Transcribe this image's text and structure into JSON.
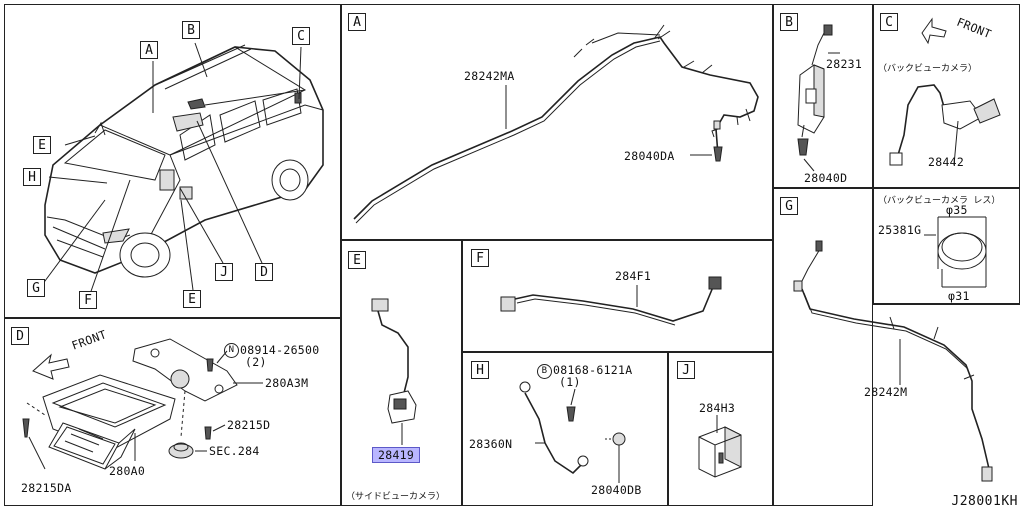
{
  "overview": {
    "callouts": {
      "A": "A",
      "B": "B",
      "C": "C",
      "D": "D",
      "E": "E",
      "E2": "E",
      "F": "F",
      "G": "G",
      "H": "H",
      "J": "J"
    }
  },
  "panels": {
    "A": {
      "tag": "A",
      "parts": {
        "harness": "28242MA",
        "bolt": "28040DA"
      }
    },
    "B": {
      "tag": "B",
      "parts": {
        "camera": "28231",
        "bolt": "28040D"
      }
    },
    "C": {
      "tag": "C",
      "front": "FRONT",
      "caption_with": "（バックビューカメラ）",
      "parts": {
        "camera": "28442"
      }
    },
    "C2": {
      "caption_without": "（バックビューカメラ レス）",
      "parts": {
        "plug": "25381G"
      },
      "dim_top": "φ35",
      "dim_bottom": "φ31"
    },
    "D": {
      "tag": "D",
      "front": "FRONT",
      "parts": {
        "nut": "08914-26500",
        "nut_qty": "(2)",
        "bracket": "280A3M",
        "screw": "28215D",
        "sec": "SEC.284",
        "monitor": "280A0",
        "screw2": "28215DA"
      },
      "nut_symbol": "N"
    },
    "E": {
      "tag": "E",
      "parts": {
        "camera": "28419"
      },
      "caption": "（サイドビューカメラ）"
    },
    "F": {
      "tag": "F",
      "parts": {
        "harness": "284F1"
      }
    },
    "G": {
      "tag": "G",
      "parts": {
        "harness": "28242M"
      }
    },
    "H": {
      "tag": "H",
      "bolt_symbol": "B",
      "parts": {
        "bolt": "08168-6121A",
        "bolt_qty": "(1)",
        "harness": "28360N",
        "bolt2": "28040DB"
      }
    },
    "J": {
      "tag": "J",
      "parts": {
        "unit": "284H3"
      }
    }
  },
  "drawing_code": "J28001KH"
}
